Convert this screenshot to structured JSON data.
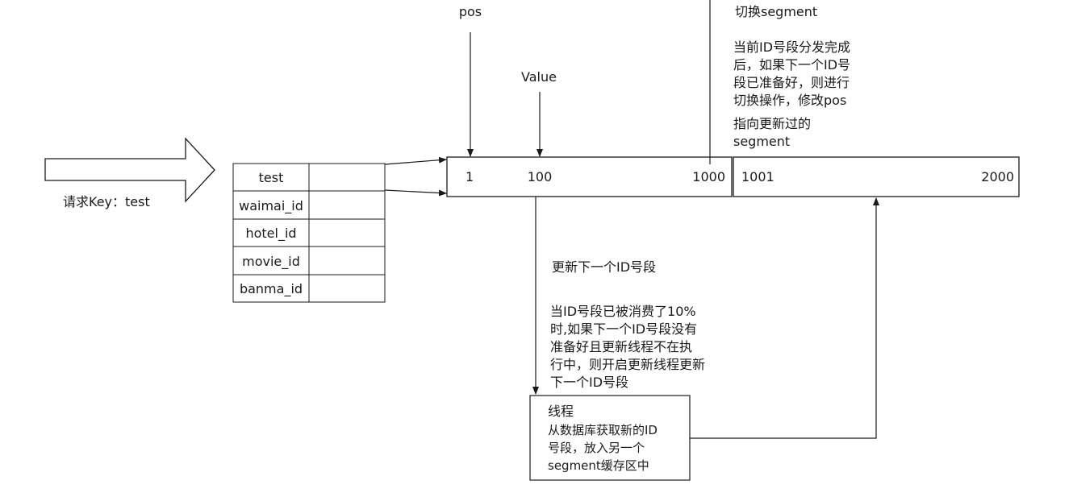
{
  "request_label": "请求Key：test",
  "keys_table": {
    "rows": [
      "test",
      "waimai_id",
      "hotel_id",
      "movie_id",
      "banma_id"
    ]
  },
  "pos_label": "pos",
  "value_label": "Value",
  "segment1": {
    "start": "1",
    "value": "100",
    "end": "1000"
  },
  "segment2": {
    "start": "1001",
    "end": "2000"
  },
  "switch_note": {
    "title": "切换segment",
    "lines": [
      "当前ID号段分发完成",
      "后，如果下一个ID号",
      "段已准备好，则进行",
      "切换操作，修改pos",
      "指向更新过的",
      "segment"
    ]
  },
  "update_note": {
    "title": "更新下一个ID号段",
    "lines": [
      "当ID号段已被消费了10%",
      "时,如果下一个ID号段没有",
      "准备好且更新线程不在执",
      "行中，则开启更新线程更新",
      "下一个ID号段"
    ]
  },
  "thread_box": {
    "lines": [
      "线程",
      "从数据库获取新的ID",
      "号段，放入另一个",
      "segment缓存区中"
    ]
  }
}
